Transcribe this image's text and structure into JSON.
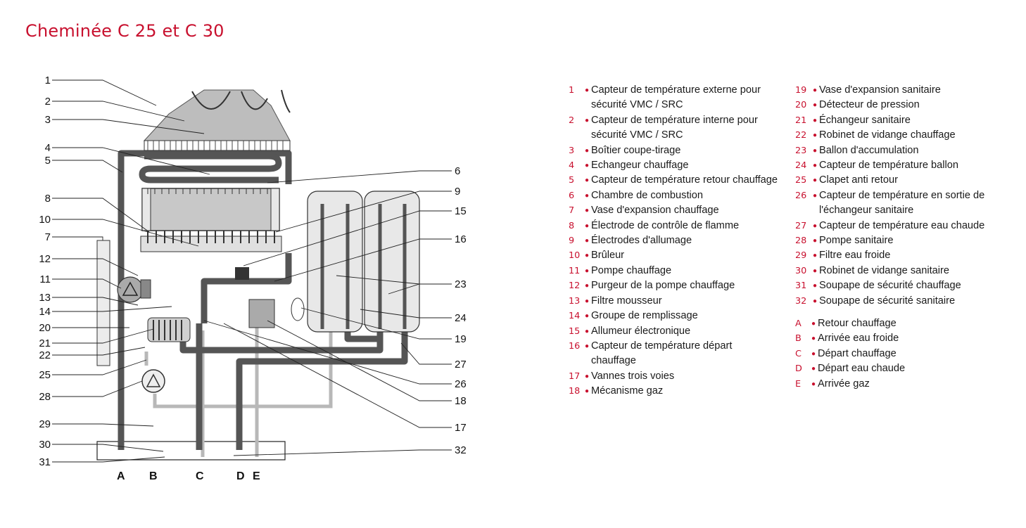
{
  "title": "Cheminée C 25 et C 30",
  "diagram": {
    "callouts_left": [
      "1",
      "2",
      "3",
      "4",
      "5",
      "8",
      "10",
      "7",
      "12",
      "11",
      "13",
      "14",
      "20",
      "21",
      "22",
      "25",
      "28",
      "29",
      "30",
      "31"
    ],
    "callouts_right": [
      "6",
      "9",
      "15",
      "16",
      "23",
      "24",
      "19",
      "27",
      "26",
      "18",
      "17",
      "32"
    ],
    "bottom_letters": [
      "A",
      "B",
      "C",
      "D",
      "E"
    ]
  },
  "legend": {
    "col1": [
      {
        "num": "1",
        "text": "Capteur de température externe pour sécurité VMC / SRC"
      },
      {
        "num": "2",
        "text": "Capteur de température interne pour sécurité VMC / SRC"
      },
      {
        "num": "3",
        "text": "Boîtier coupe-tirage"
      },
      {
        "num": "4",
        "text": "Echangeur chauffage"
      },
      {
        "num": "5",
        "text": "Capteur de température retour chauffage"
      },
      {
        "num": "6",
        "text": "Chambre de combustion"
      },
      {
        "num": "7",
        "text": "Vase d'expansion chauffage"
      },
      {
        "num": "8",
        "text": "Électrode de contrôle de flamme"
      },
      {
        "num": "9",
        "text": "Électrodes d'allumage"
      },
      {
        "num": "10",
        "text": "Brûleur"
      },
      {
        "num": "11",
        "text": "Pompe chauffage"
      },
      {
        "num": "12",
        "text": "Purgeur de la pompe chauffage"
      },
      {
        "num": "13",
        "text": "Filtre mousseur"
      },
      {
        "num": "14",
        "text": "Groupe de remplissage"
      },
      {
        "num": "15",
        "text": "Allumeur électronique"
      },
      {
        "num": "16",
        "text": "Capteur de température départ chauffage"
      },
      {
        "num": "17",
        "text": "Vannes trois voies"
      },
      {
        "num": "18",
        "text": "Mécanisme gaz"
      }
    ],
    "col2": [
      {
        "num": "19",
        "text": "Vase d'expansion sanitaire"
      },
      {
        "num": "20",
        "text": "Détecteur de pression"
      },
      {
        "num": "21",
        "text": "Échangeur sanitaire"
      },
      {
        "num": "22",
        "text": "Robinet de vidange chauffage"
      },
      {
        "num": "23",
        "text": "Ballon d'accumulation"
      },
      {
        "num": "24",
        "text": "Capteur de température ballon"
      },
      {
        "num": "25",
        "text": "Clapet anti retour"
      },
      {
        "num": "26",
        "text": "Capteur de température en sortie de l'échangeur sanitaire"
      },
      {
        "num": "27",
        "text": "Capteur de température eau chaude"
      },
      {
        "num": "28",
        "text": "Pompe sanitaire"
      },
      {
        "num": "29",
        "text": "Filtre eau froide"
      },
      {
        "num": "30",
        "text": "Robinet de vidange sanitaire"
      },
      {
        "num": "31",
        "text": "Soupape de sécurité chauffage"
      },
      {
        "num": "32",
        "text": "Soupape de sécurité sanitaire"
      }
    ],
    "col3": [
      {
        "num": "A",
        "text": "Retour chauffage"
      },
      {
        "num": "B",
        "text": "Arrivée eau froide"
      },
      {
        "num": "C",
        "text": "Départ chauffage"
      },
      {
        "num": "D",
        "text": "Départ eau chaude"
      },
      {
        "num": "E",
        "text": "Arrivée gaz"
      }
    ]
  },
  "colors": {
    "accent": "#c8102e",
    "pipe": "#5a5a5a",
    "pipe_light": "#b8b8b8",
    "panel": "#e6e6e6",
    "line": "#1a1a1a"
  }
}
